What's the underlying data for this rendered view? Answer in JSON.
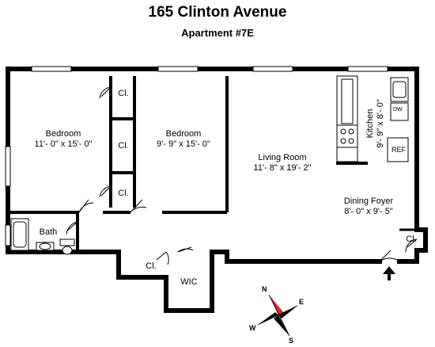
{
  "header": {
    "title": "165 Clinton Avenue",
    "subtitle": "Apartment #7E"
  },
  "rooms": {
    "bedroom1": {
      "name": "Bedroom",
      "dims": "11'- 0\" x 15'- 0\""
    },
    "bedroom2": {
      "name": "Bedroom",
      "dims": "9'- 9\" x 15'- 0\""
    },
    "living": {
      "name": "Living Room",
      "dims": "11'- 8\" x 19'- 2\""
    },
    "dining": {
      "name": "Dining Foyer",
      "dims": "8'- 0\" x 9'- 5\""
    },
    "kitchen": {
      "name": "Kitchen",
      "dims": "9'- 9\" x 8'- 0\""
    },
    "bath": {
      "name": "Bath"
    },
    "wic": {
      "name": "WIC"
    }
  },
  "closets": {
    "label": "Cl."
  },
  "appliances": {
    "ref": "REF",
    "dw": "DW"
  },
  "compass": {
    "n": "N",
    "e": "E",
    "s": "S",
    "w": "W"
  },
  "colors": {
    "wall": "#000000",
    "compass_needle": "#e0202a"
  }
}
